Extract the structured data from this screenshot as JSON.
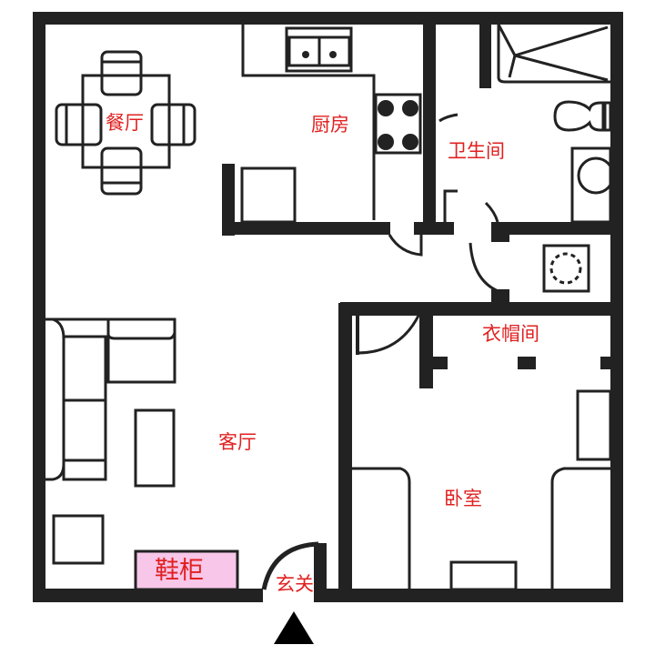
{
  "colors": {
    "wall": "#222222",
    "label": "#e02020",
    "shoe_cabinet_fill": "#f7c6e8",
    "background": "#ffffff"
  },
  "rooms": {
    "dining": {
      "label": "餐厅"
    },
    "kitchen": {
      "label": "厨房"
    },
    "bathroom": {
      "label": "卫生间"
    },
    "living_room": {
      "label": "客厅"
    },
    "cloakroom": {
      "label": "衣帽间"
    },
    "bedroom": {
      "label": "卧室"
    },
    "entrance": {
      "label": "玄关"
    }
  },
  "furniture": {
    "shoe_cabinet": {
      "label": "鞋柜"
    }
  },
  "icons": {
    "entry": "entry-arrow-icon",
    "washing_machine": "washing-machine-icon",
    "stove": "stove-icon",
    "sink": "sink-icon",
    "toilet": "toilet-icon",
    "shower": "shower-icon"
  }
}
